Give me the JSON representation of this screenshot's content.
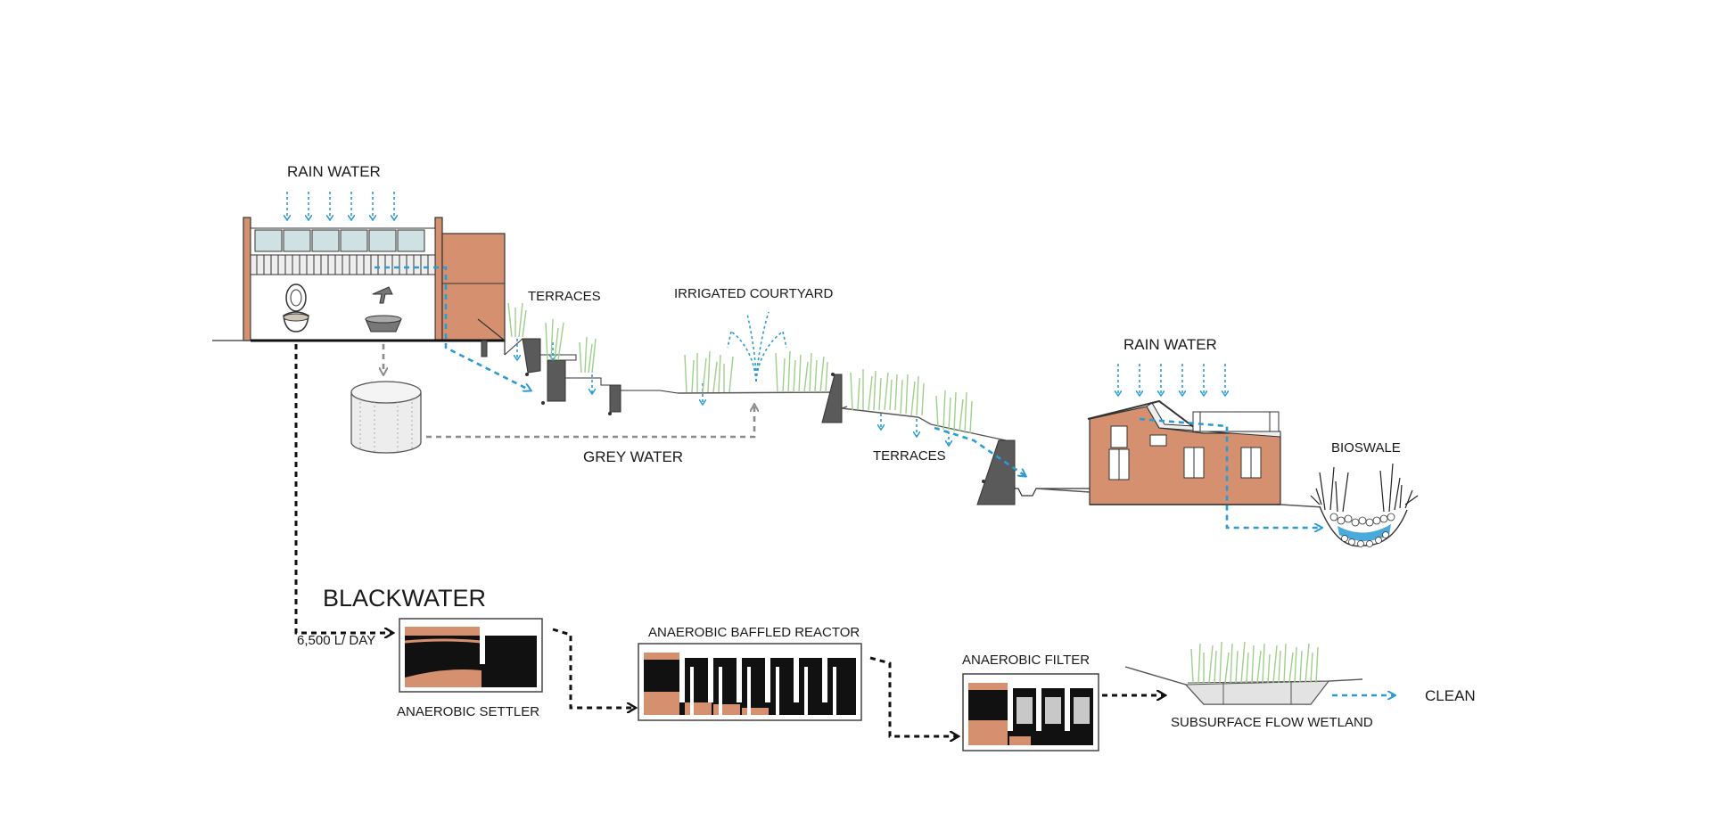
{
  "labels": {
    "rain_water_left": "RAIN WATER",
    "terraces_top": "TERRACES",
    "irrigated_courtyard": "IRRIGATED COURTYARD",
    "rain_water_right": "RAIN WATER",
    "grey_water": "GREY WATER",
    "terraces_bottom": "TERRACES",
    "bioswale": "BIOSWALE",
    "blackwater": "BLACKWATER",
    "flow_rate": "6,500 L/ DAY",
    "anaerobic_settler": "ANAEROBIC SETTLER",
    "anaerobic_baffled_reactor": "ANAEROBIC BAFFLED REACTOR",
    "anaerobic_filter": "ANAEROBIC FILTER",
    "subsurface_flow_wetland": "SUBSURFACE FLOW WETLAND",
    "clean": "CLEAN"
  },
  "colors": {
    "brick": "#d4906f",
    "rain_blue": "#2b9bd6",
    "grey_water": "#8c8c8c",
    "blackwater": "#111111",
    "grass": "#9fcf8a"
  }
}
